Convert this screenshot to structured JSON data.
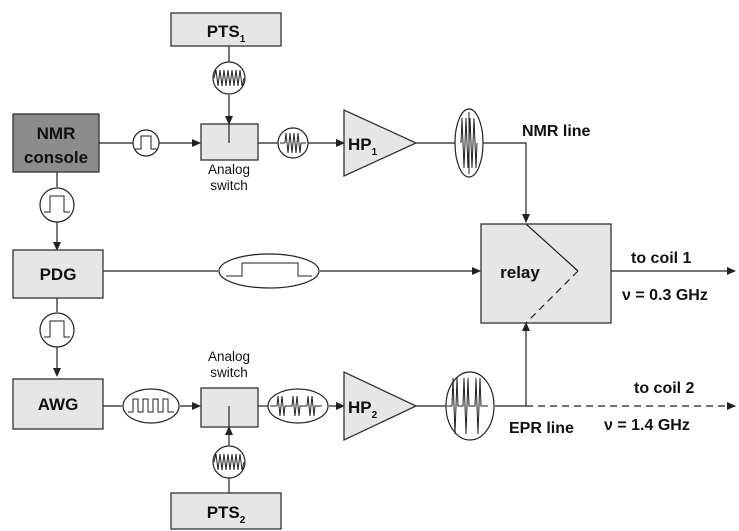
{
  "labels": {
    "pts1": "PTS",
    "pts1_sub": "1",
    "pts2": "PTS",
    "pts2_sub": "2",
    "nmr_console_line1": "NMR",
    "nmr_console_line2": "console",
    "pdg": "PDG",
    "awg": "AWG",
    "analog_switch1_line1": "Analog",
    "analog_switch1_line2": "switch",
    "analog_switch2_line1": "Analog",
    "analog_switch2_line2": "switch",
    "hp1": "HP",
    "hp1_sub": "1",
    "hp2": "HP",
    "hp2_sub": "2",
    "relay": "relay",
    "nmr_line": "NMR line",
    "epr_line": "EPR line",
    "to_coil1": "to coil 1",
    "freq1": "ν = 0.3 GHz",
    "to_coil2": "to coil 2",
    "freq2": "ν = 1.4 GHz"
  }
}
